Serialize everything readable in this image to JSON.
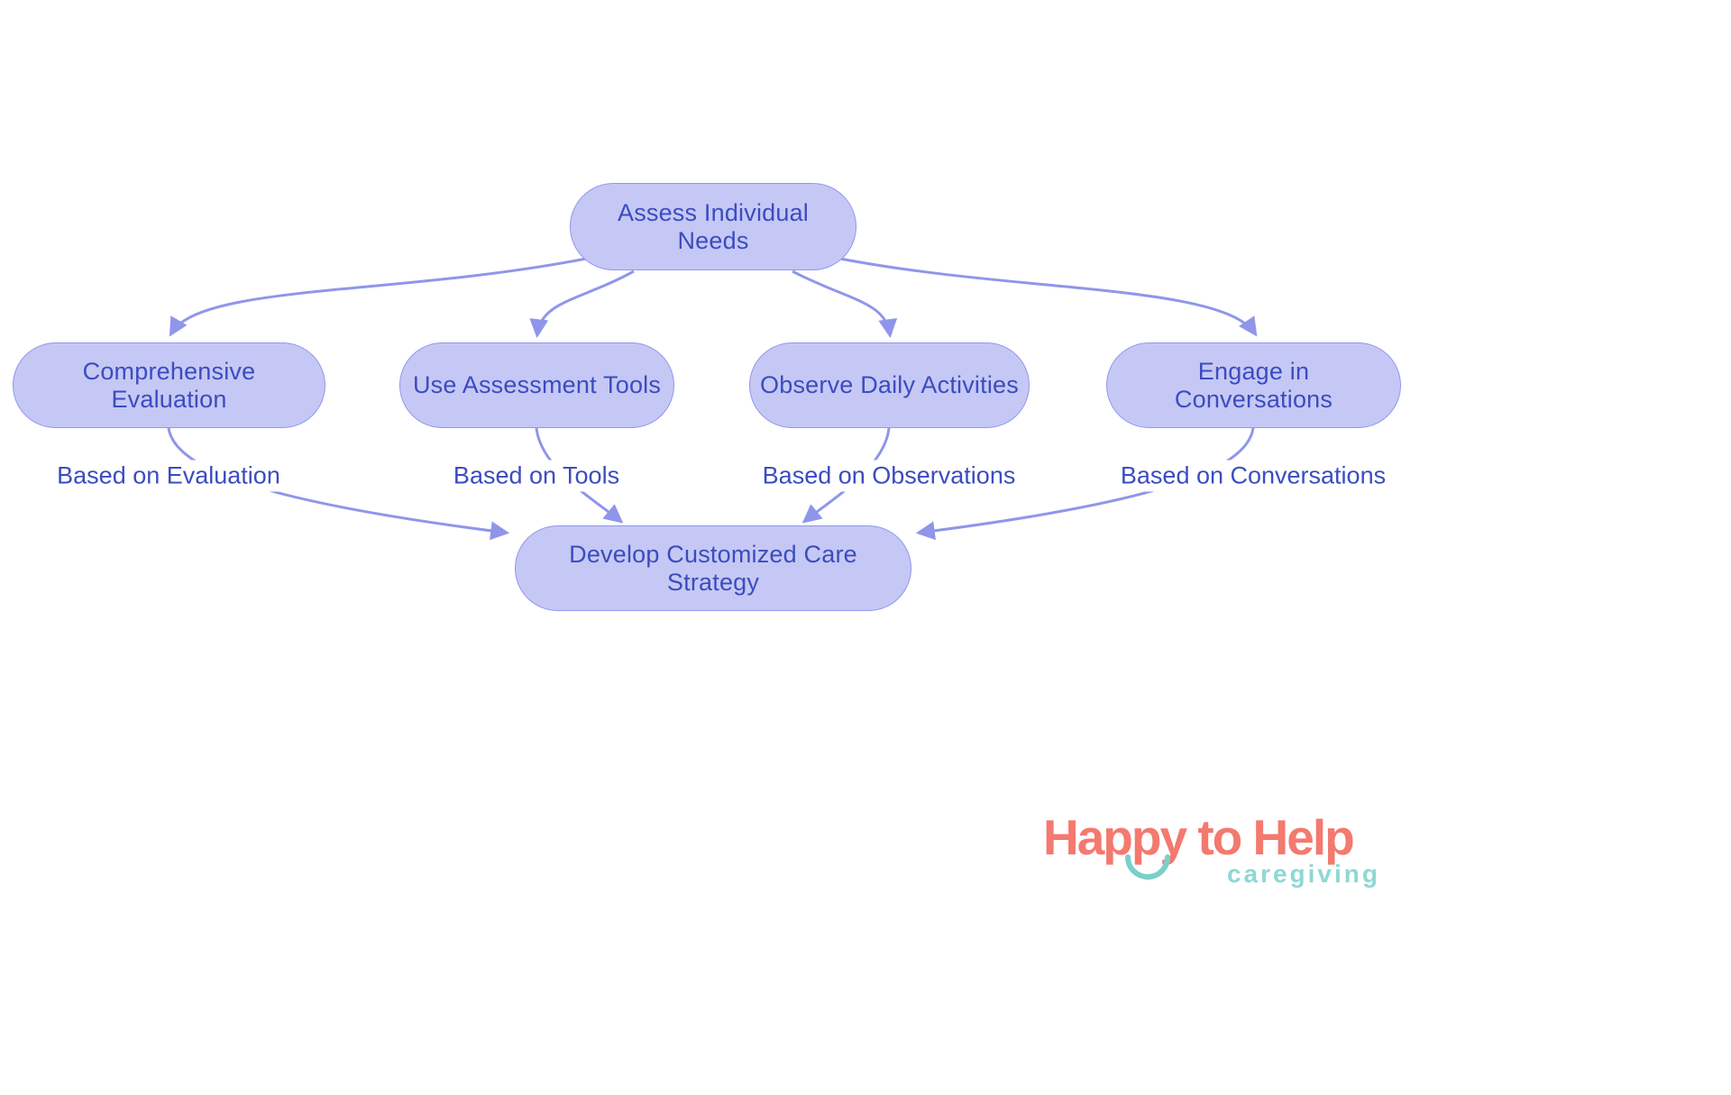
{
  "nodes": {
    "assess": "Assess Individual Needs",
    "evaluation": "Comprehensive Evaluation",
    "tools": "Use Assessment Tools",
    "observe": "Observe Daily Activities",
    "engage": "Engage in Conversations",
    "develop": "Develop Customized Care Strategy"
  },
  "edges": [
    {
      "from": "assess",
      "to": "evaluation",
      "label": ""
    },
    {
      "from": "assess",
      "to": "tools",
      "label": ""
    },
    {
      "from": "assess",
      "to": "observe",
      "label": ""
    },
    {
      "from": "assess",
      "to": "engage",
      "label": ""
    },
    {
      "from": "evaluation",
      "to": "develop",
      "label": "Based on Evaluation"
    },
    {
      "from": "tools",
      "to": "develop",
      "label": "Based on Tools"
    },
    {
      "from": "observe",
      "to": "develop",
      "label": "Based on Observations"
    },
    {
      "from": "engage",
      "to": "develop",
      "label": "Based on Conversations"
    }
  ],
  "logo": {
    "name": "Happy to Help",
    "tagline": "caregiving"
  },
  "colors": {
    "node_fill": "#c5c8f4",
    "node_border": "#9197ed",
    "arrow": "#8f96ea",
    "text": "#3b4cc0",
    "logo_title": "#f4796e",
    "logo_sub": "#8ed8d3"
  }
}
